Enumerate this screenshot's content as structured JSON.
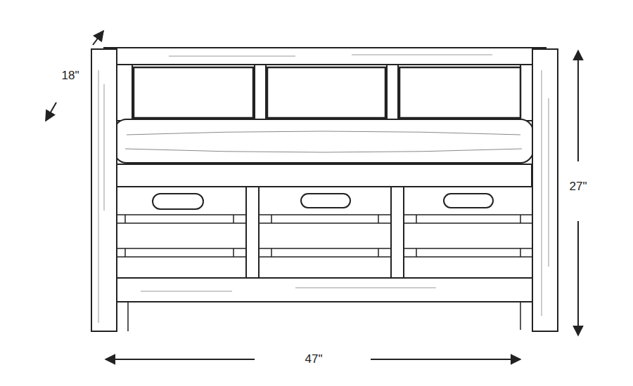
{
  "diagram": {
    "labels": [
      "18\"",
      "27\"",
      "47\""
    ]
  }
}
